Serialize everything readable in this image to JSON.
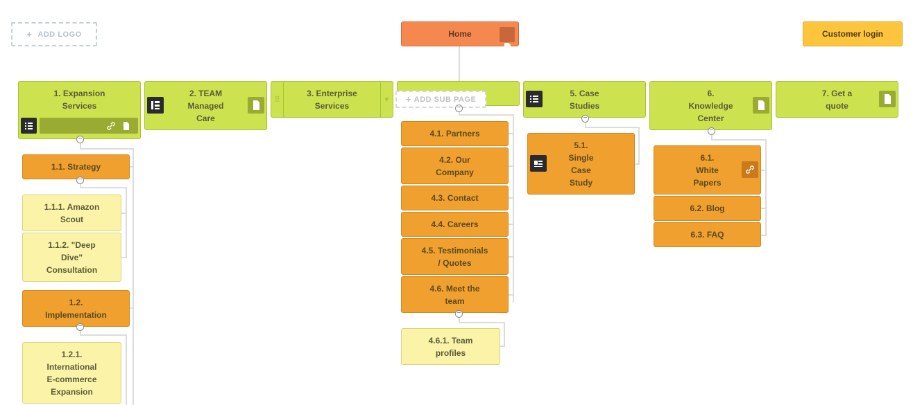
{
  "toolbar": {
    "add_logo": "ADD LOGO",
    "customer_login": "Customer login",
    "add_sub_page": "ADD SUB PAGE"
  },
  "home": "Home",
  "pages": {
    "p1": "1. Expansion\nServices",
    "p1_1": "1.1. Strategy",
    "p1_1_1": "1.1.1. Amazon\nScout",
    "p1_1_2": "1.1.2. \"Deep\nDive\"\nConsultation",
    "p1_2": "1.2.\nImplementation",
    "p1_2_1": "1.2.1.\nInternational\nE-commerce\nExpansion",
    "p2": "2. TEAM\nManaged\nCare",
    "p3": "3. Enterprise\nServices",
    "p4_1": "4.1. Partners",
    "p4_2": "4.2. Our\nCompany",
    "p4_3": "4.3. Contact",
    "p4_4": "4.4. Careers",
    "p4_5": "4.5. Testimonials\n/ Quotes",
    "p4_6": "4.6. Meet the\nteam",
    "p4_6_1": "4.6.1. Team\nprofiles",
    "p5": "5. Case\nStudies",
    "p5_1": "5.1.\nSingle\nCase\nStudy",
    "p6": "6.\nKnowledge\nCenter",
    "p6_1": "6.1.\nWhite\nPapers",
    "p6_2": "6.2. Blog",
    "p6_3": "6.3. FAQ",
    "p7": "7. Get a\nquote"
  },
  "icons": {
    "page": "page-icon",
    "list": "list-icon",
    "layout": "layout-icon",
    "link": "link-icon",
    "card": "card-icon",
    "collapse": "collapse-icon"
  },
  "colors": {
    "level1": "#cde24f",
    "level2": "#f0a02e",
    "level3": "#fbf3a8",
    "home": "#f5884e",
    "login": "#fdc53d"
  }
}
